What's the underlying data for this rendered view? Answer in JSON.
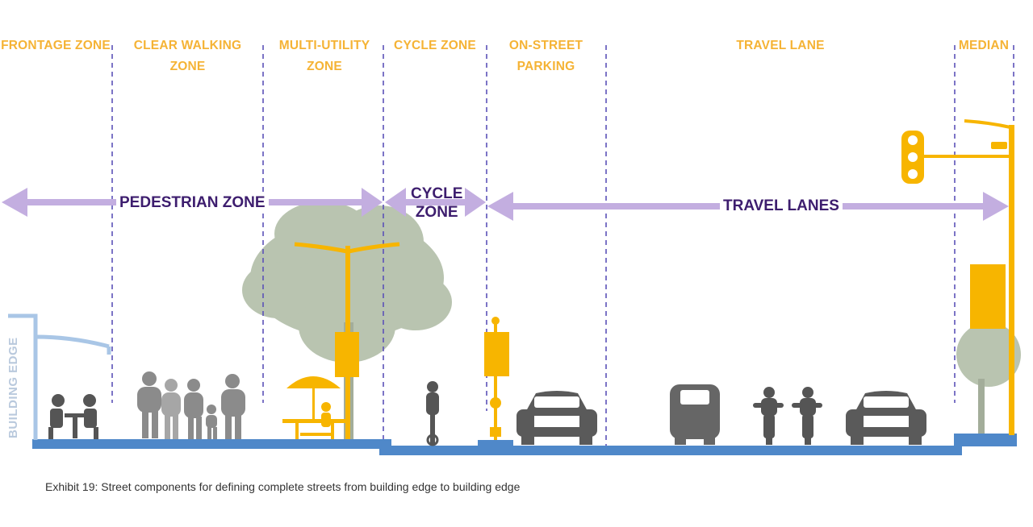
{
  "zones": [
    {
      "id": "frontage",
      "lines": [
        "FRONTAGE ZONE"
      ]
    },
    {
      "id": "clear-walking",
      "lines": [
        "CLEAR WALKING",
        "ZONE"
      ]
    },
    {
      "id": "multi-utility",
      "lines": [
        "MULTI-UTILITY",
        "ZONE"
      ]
    },
    {
      "id": "cycle",
      "lines": [
        "CYCLE ZONE"
      ]
    },
    {
      "id": "on-street-parking",
      "lines": [
        "ON-STREET",
        "PARKING"
      ]
    },
    {
      "id": "travel-lane",
      "lines": [
        "TRAVEL LANE"
      ]
    },
    {
      "id": "median",
      "lines": [
        "MEDIAN"
      ]
    }
  ],
  "bands": {
    "pedestrian": {
      "lines": [
        "PEDESTRIAN ZONE"
      ]
    },
    "cycle": {
      "lines": [
        "CYCLE",
        "ZONE"
      ]
    },
    "travel": {
      "lines": [
        "TRAVEL LANES"
      ]
    }
  },
  "building_edge_label": "BUILDING EDGE",
  "caption": "Exhibit 19: Street components for defining complete streets from building edge to building edge",
  "colors": {
    "zone_label": "#f5b335",
    "divider": "#5b52b8",
    "band_arrow": "#c3aee0",
    "band_text": "#3d1d6e",
    "ground": "#4f88c9",
    "building": "#a9c6e6",
    "figure": "#8b8b8b",
    "tree": "#b9c4b0",
    "street_furniture": "#f7b500"
  }
}
